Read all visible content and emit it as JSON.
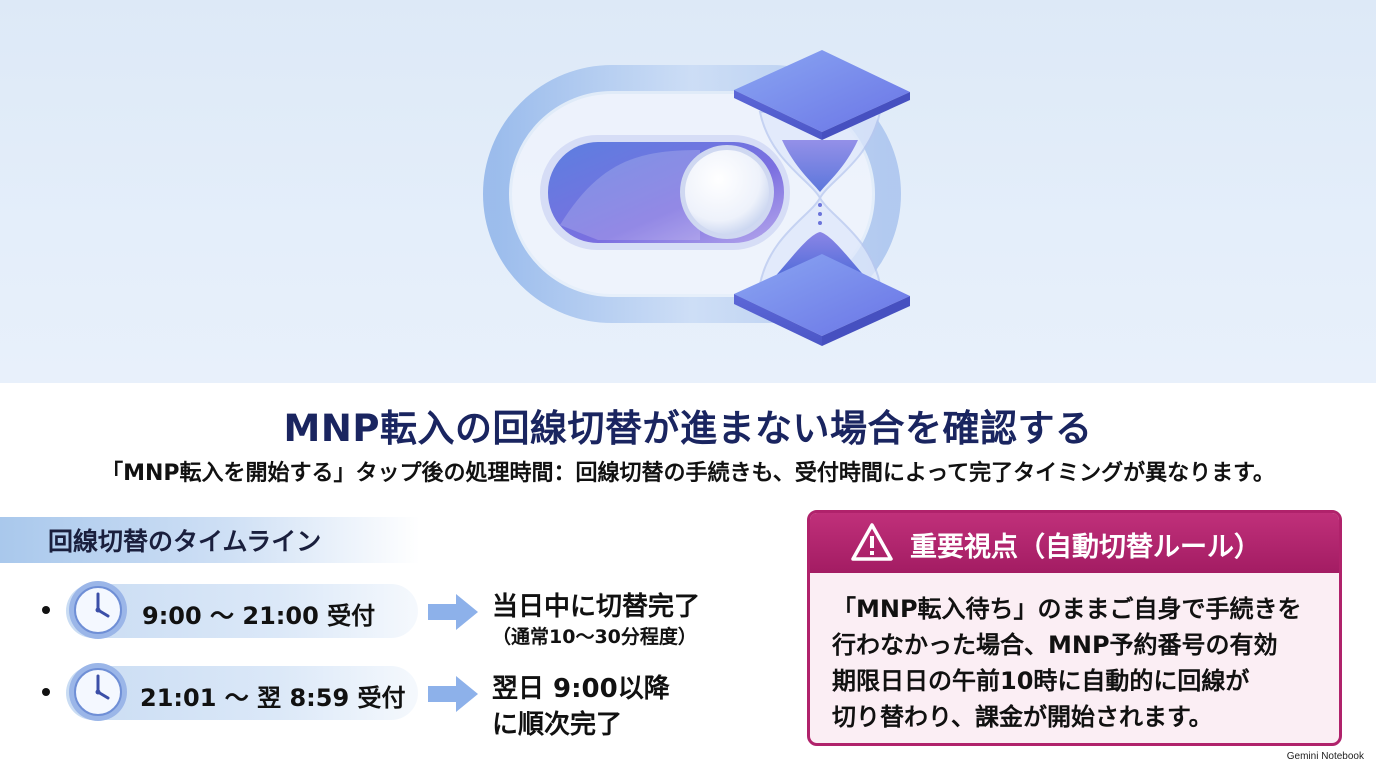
{
  "title": "MNP転入の回線切替が進まない場合を確認する",
  "subtitle": "「MNP転入を開始する」タップ後の処理時間：回線切替の手続きも、受付時間によって完了タイミングが異なります。",
  "timeline": {
    "heading": "回線切替のタイムライン",
    "rows": [
      {
        "time": "9:00 ～ 21:00 受付",
        "result": "当日中に切替完了",
        "note": "（通常10～30分程度）"
      },
      {
        "time": "21:01 ～ 翌 8:59 受付",
        "result_line1": "翌日 9:00以降",
        "result_line2": "に順次完了"
      }
    ]
  },
  "alert": {
    "title": "重要視点（自動切替ルール）",
    "line1": "「MNP転入待ち」のままご自身で手続きを",
    "line2": "行わなかった場合、MNP予約番号の有効",
    "line3": "期限日日の午前10時に自動的に回線が",
    "line4": "切り替わり、課金が開始されます。"
  },
  "brand": "Gemini Notebook",
  "colors": {
    "title": "#1a2560",
    "alert_border": "#b0226b",
    "alert_header": "#a31c63",
    "alert_bg": "#fbeef4",
    "hero_bg": "#e4eefa"
  },
  "icons": [
    "toggle-switch-icon",
    "hourglass-icon",
    "clock-icon",
    "arrow-right-icon",
    "warning-icon"
  ]
}
